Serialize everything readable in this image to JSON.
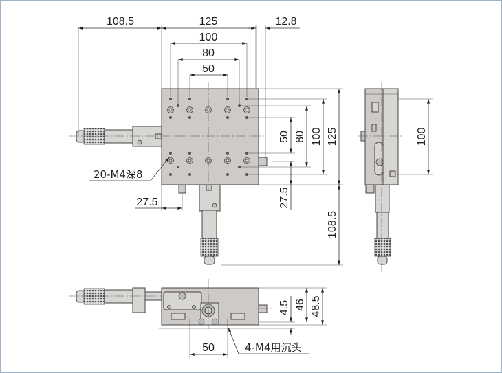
{
  "top_view": {
    "dims_horizontal": {
      "overall_left": "108.5",
      "width": "125",
      "right_offset": "12.8",
      "holes_100": "100",
      "holes_80": "80",
      "holes_50": "50",
      "y_micrometer_offset": "27.5"
    },
    "dims_vertical": {
      "holes_50": "50",
      "holes_80": "80",
      "holes_100": "100",
      "height": "125",
      "x_micrometer_offset": "27.5",
      "overall_bottom": "108.5"
    },
    "callout_holes": "20-M4深8"
  },
  "side_view": {
    "dim_vertical": "100"
  },
  "front_view": {
    "dim_4_5": "4.5",
    "dim_46": "46",
    "dim_48_5": "48.5",
    "dim_bottom_holes": "50",
    "callout_bottom": "4-M4用沉头"
  }
}
